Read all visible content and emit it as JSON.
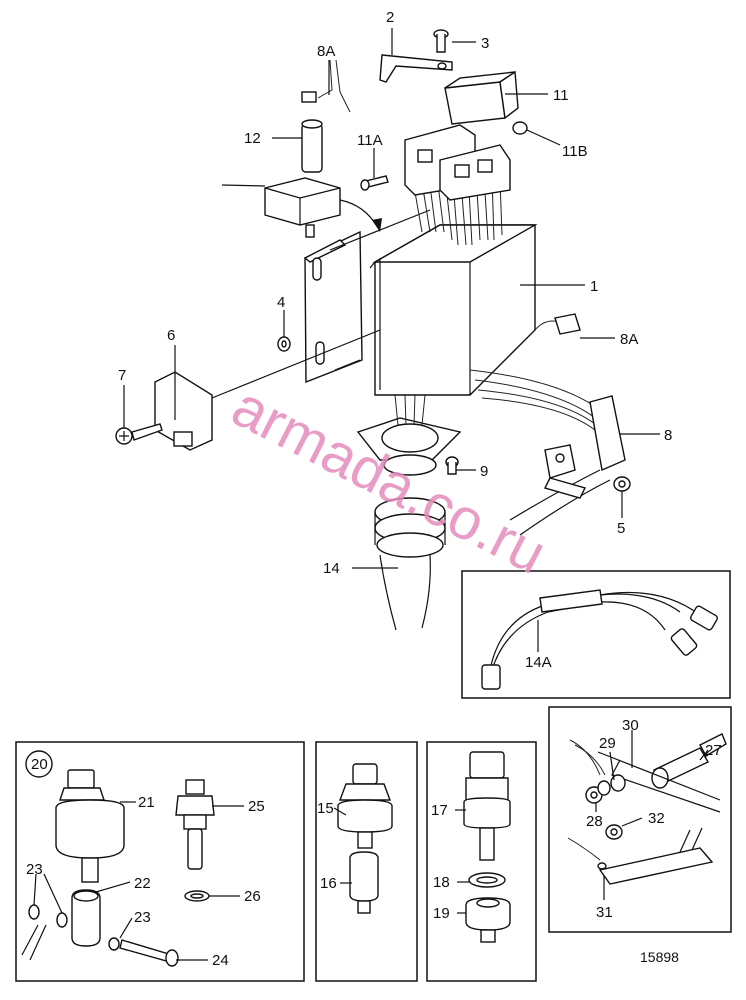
{
  "labels": {
    "l1": "1",
    "l2": "2",
    "l3": "3",
    "l4": "4",
    "l5": "5",
    "l6": "6",
    "l7": "7",
    "l8": "8",
    "l8a_top": "8A",
    "l8a_right": "8A",
    "l9": "9",
    "l11": "11",
    "l11a": "11A",
    "l11b": "11B",
    "l12": "12",
    "l14": "14",
    "l14a": "14A",
    "l15": "15",
    "l16": "16",
    "l17": "17",
    "l18": "18",
    "l19": "19",
    "l20": "20",
    "l21": "21",
    "l22": "22",
    "l23a": "23",
    "l23b": "23",
    "l24": "24",
    "l25": "25",
    "l26": "26",
    "l27": "27",
    "l28": "28",
    "l29": "29",
    "l30": "30",
    "l31": "31",
    "l32": "32"
  },
  "watermark": "armada.co.ru",
  "drawing_number": "15898",
  "colors": {
    "watermark": "#e58bbd",
    "ink": "#111111"
  }
}
